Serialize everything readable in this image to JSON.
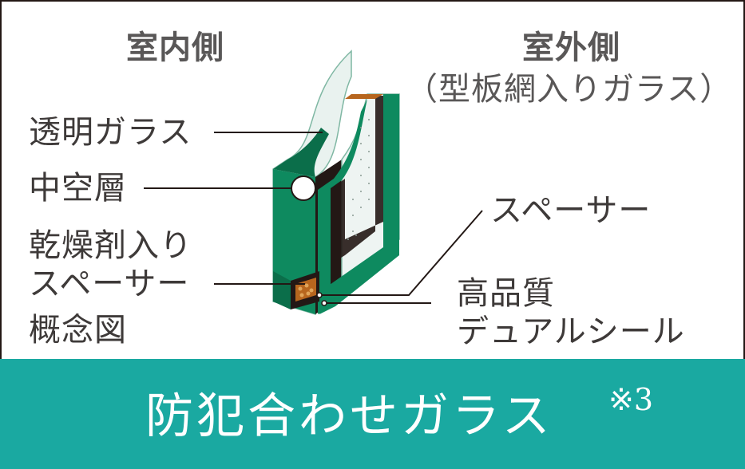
{
  "header": {
    "indoor": "室内側",
    "outdoor": "室外側",
    "outdoor_note": "（型板網入りガラス）"
  },
  "labels": {
    "clear_glass": "透明ガラス",
    "hollow_layer": "中空層",
    "desiccant_line1": "乾燥剤入り",
    "desiccant_line2": "スペーサー",
    "concept": "概念図",
    "spacer": "スペーサー",
    "seal_line1": "高品質",
    "seal_line2": "デュアルシール"
  },
  "banner": {
    "title": "防犯合わせガラス",
    "note": "※3"
  },
  "colors": {
    "banner": "#1aa9a1",
    "glass_edge": "#0e8a5f",
    "glass_edge_dark": "#0b6e4a",
    "glass_face": "#eef4f2",
    "gap": "#231815",
    "spacer": "#b7661e",
    "text": "#3e3a39"
  }
}
